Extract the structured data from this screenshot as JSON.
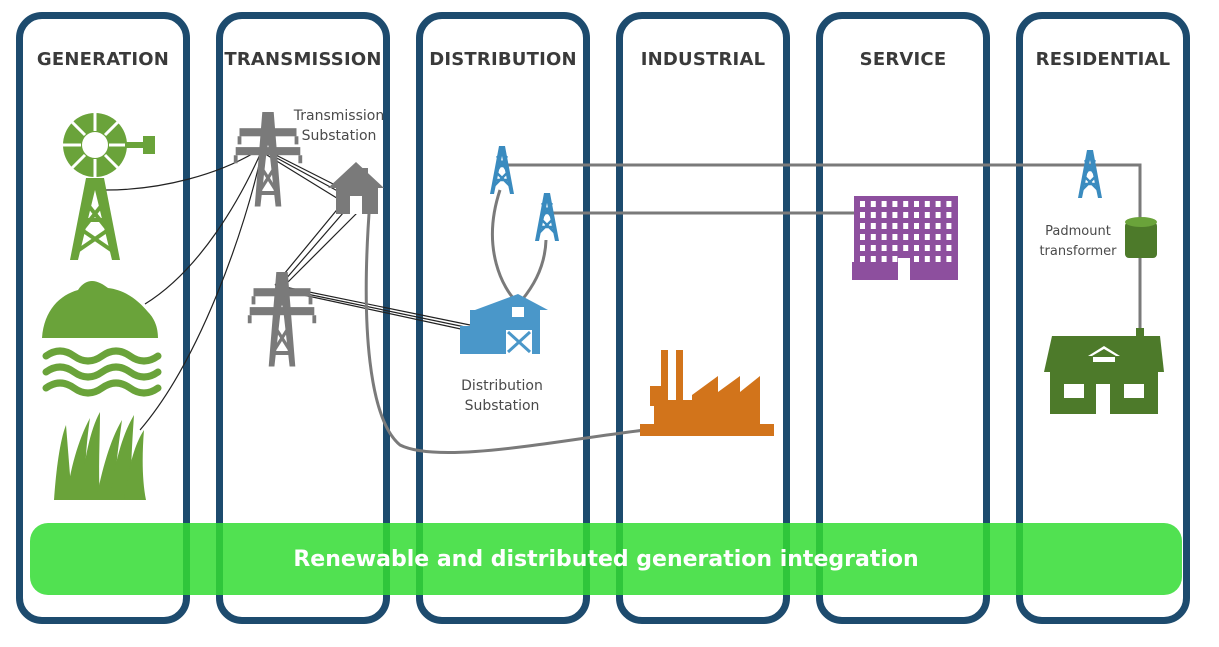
{
  "columns": [
    {
      "title": "GENERATION"
    },
    {
      "title": "TRANSMISSION"
    },
    {
      "title": "DISTRIBUTION"
    },
    {
      "title": "INDUSTRIAL"
    },
    {
      "title": "SERVICE"
    },
    {
      "title": "RESIDENTIAL"
    }
  ],
  "labels": {
    "transmission_substation": [
      "Transmission",
      "Substation"
    ],
    "distribution_substation": [
      "Distribution",
      "Substation"
    ],
    "padmount_transformer": [
      "Padmount",
      "transformer"
    ]
  },
  "banner": {
    "text": "Renewable and distributed generation integration"
  },
  "colors": {
    "column_border": "#1d4b6e",
    "generation_green": "#6aa33a",
    "tower_gray": "#7a7a7a",
    "tower_blue": "#3a8bbf",
    "barn_blue": "#4a97c9",
    "factory_orange": "#d2741b",
    "building_purple": "#8d4f9e",
    "house_green": "#4d7a2a",
    "banner_green": "#32dc32"
  },
  "icons": [
    "windmill-icon",
    "hill-icon",
    "water-icon",
    "grass-icon",
    "transmission-tower-icon",
    "substation-house-icon",
    "distribution-tower-icon",
    "barn-icon",
    "factory-icon",
    "apartment-building-icon",
    "padmount-transformer-icon",
    "house-icon"
  ]
}
